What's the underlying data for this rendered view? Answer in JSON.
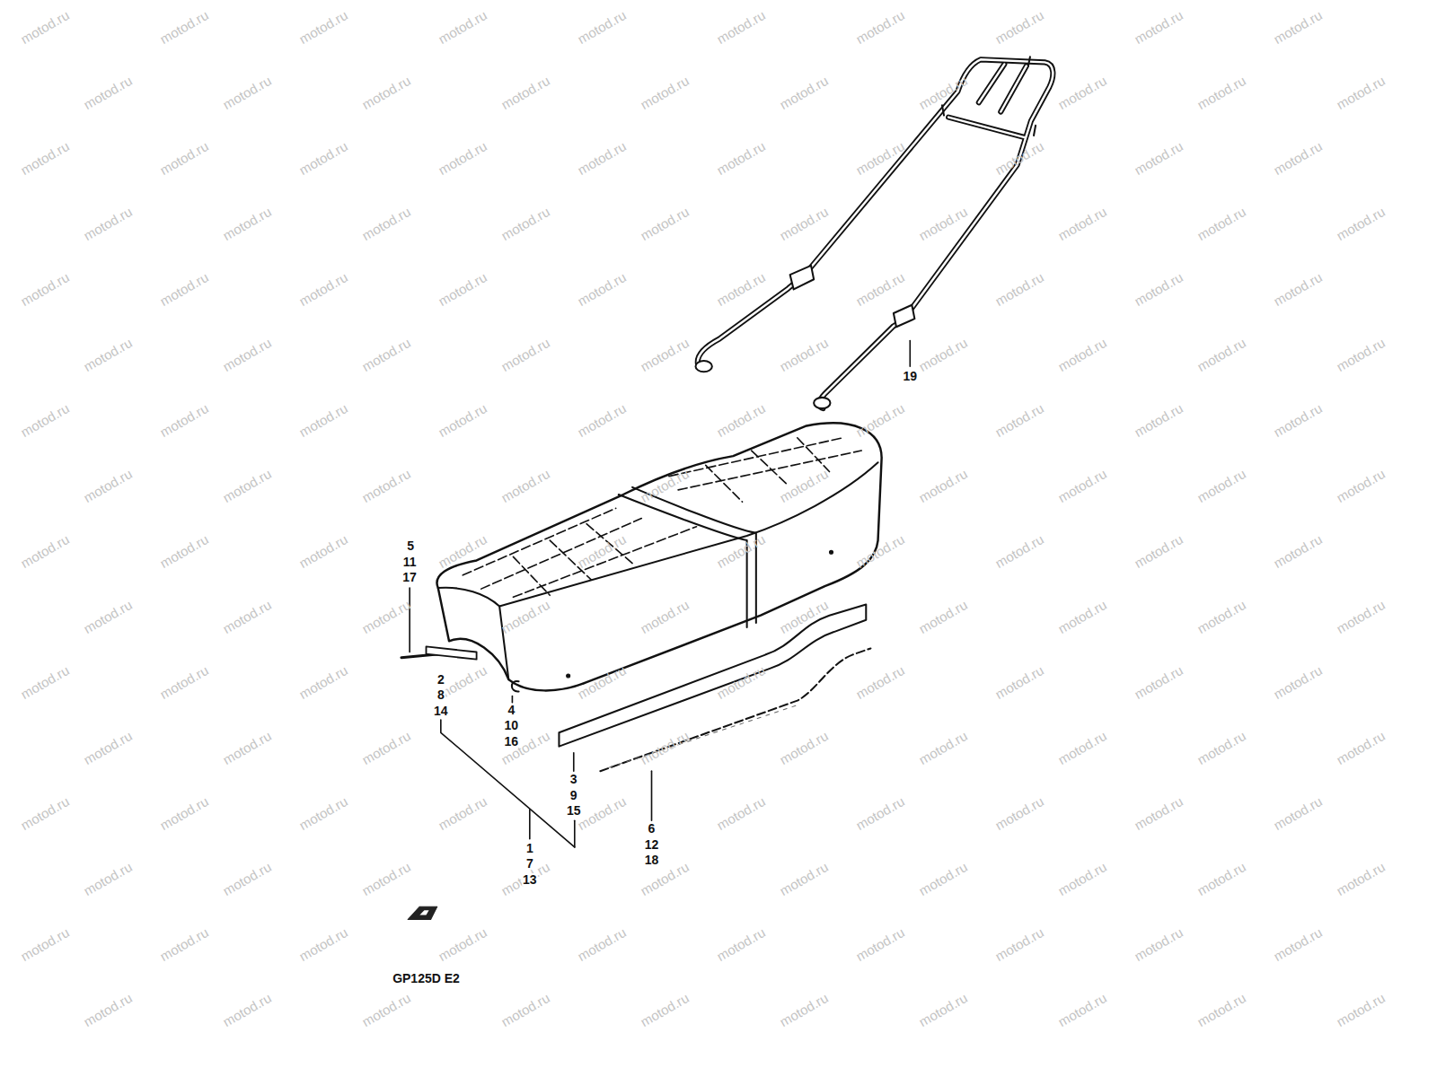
{
  "diagram": {
    "labels": [
      "19",
      "5",
      "11",
      "17",
      "2",
      "8",
      "14",
      "4",
      "10",
      "16",
      "3",
      "9",
      "15",
      "6",
      "12",
      "18",
      "1",
      "7",
      "13",
      "GP125D E2",
      "motod.ru",
      "motod.ru",
      "motod.ru",
      "motod.ru",
      "motod.ru",
      "motod.ru",
      "motod.ru",
      "motod.ru",
      "motod.ru",
      "motod.ru",
      "motod.ru",
      "motod.ru",
      "motod.ru",
      "motod.ru",
      "motod.ru",
      "motod.ru",
      "motod.ru",
      "motod.ru",
      "motod.ru",
      "motod.ru",
      "motod.ru",
      "motod.ru",
      "motod.ru",
      "motod.ru",
      "motod.ru",
      "motod.ru",
      "motod.ru",
      "motod.ru",
      "motod.ru",
      "motod.ru",
      "motod.ru",
      "motod.ru",
      "motod.ru",
      "motod.ru",
      "motod.ru",
      "motod.ru",
      "motod.ru",
      "motod.ru",
      "motod.ru",
      "motod.ru",
      "motod.ru",
      "motod.ru",
      "motod.ru",
      "motod.ru",
      "motod.ru",
      "motod.ru",
      "motod.ru",
      "motod.ru",
      "motod.ru",
      "motod.ru",
      "motod.ru",
      "motod.ru",
      "motod.ru",
      "motod.ru",
      "motod.ru",
      "motod.ru",
      "motod.ru",
      "motod.ru",
      "motod.ru",
      "motod.ru",
      "motod.ru",
      "motod.ru",
      "motod.ru",
      "motod.ru",
      "motod.ru",
      "motod.ru",
      "motod.ru",
      "motod.ru",
      "motod.ru",
      "motod.ru",
      "motod.ru",
      "motod.ru",
      "motod.ru",
      "motod.ru",
      "motod.ru",
      "motod.ru",
      "motod.ru",
      "motod.ru",
      "motod.ru",
      "motod.ru",
      "motod.ru",
      "motod.ru",
      "motod.ru",
      "motod.ru",
      "motod.ru",
      "motod.ru",
      "motod.ru",
      "motod.ru",
      "motod.ru",
      "motod.ru",
      "motod.ru",
      "motod.ru",
      "motod.ru",
      "motod.ru",
      "motod.ru",
      "motod.ru",
      "motod.ru",
      "motod.ru",
      "motod.ru",
      "motod.ru",
      "motod.ru",
      "motod.ru",
      "motod.ru",
      "motod.ru",
      "motod.ru",
      "motod.ru",
      "motod.ru",
      "motod.ru",
      "motod.ru",
      "motod.ru",
      "motod.ru",
      "motod.ru",
      "motod.ru",
      "motod.ru",
      "motod.ru",
      "motod.ru",
      "motod.ru",
      "motod.ru",
      "motod.ru",
      "motod.ru",
      "motod.ru",
      "motod.ru",
      "motod.ru",
      "motod.ru",
      "motod.ru",
      "motod.ru",
      "motod.ru",
      "motod.ru",
      "motod.ru",
      "motod.ru",
      "motod.ru",
      "motod.ru",
      "motod.ru",
      "motod.ru",
      "motod.ru",
      "motod.ru",
      "motod.ru",
      "motod.ru",
      "motod.ru",
      "motod.ru",
      "motod.ru",
      "motod.ru",
      "motod.ru",
      "motod.ru",
      "motod.ru",
      "motod.ru",
      "motod.ru",
      "motod.ru",
      "motod.ru",
      "motod.ru",
      "motod.ru",
      "motod.ru",
      "motod.ru",
      "motod.ru",
      "motod.ru",
      "motod.ru",
      "motod.ru",
      "motod.ru",
      "motod.ru",
      "motod.ru"
    ]
  }
}
